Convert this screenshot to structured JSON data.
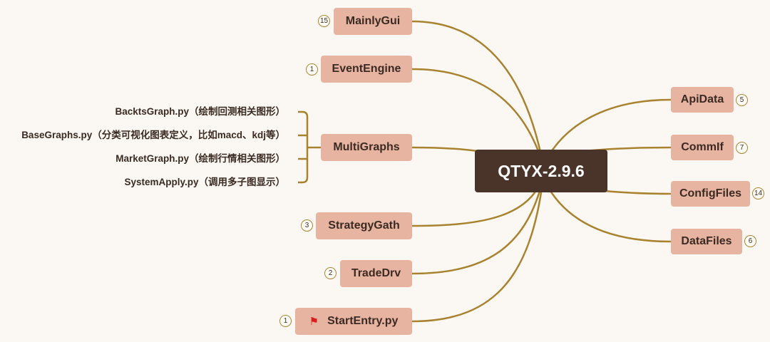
{
  "center": {
    "label": "QTYX-2.9.6"
  },
  "left_nodes": {
    "mainlygui": {
      "label": "MainlyGui",
      "count": "15"
    },
    "eventengine": {
      "label": "EventEngine",
      "count": "1"
    },
    "multigraphs": {
      "label": "MultiGraphs"
    },
    "strategygath": {
      "label": "StrategyGath",
      "count": "3"
    },
    "tradedrv": {
      "label": "TradeDrv",
      "count": "2"
    },
    "startentry": {
      "label": "StartEntry.py",
      "count": "1",
      "icon": "red-flag-icon"
    }
  },
  "right_nodes": {
    "apidata": {
      "label": "ApiData",
      "count": "5"
    },
    "commif": {
      "label": "CommIf",
      "count": "7"
    },
    "configfiles": {
      "label": "ConfigFiles",
      "count": "14"
    },
    "datafiles": {
      "label": "DataFiles",
      "count": "6"
    }
  },
  "multigraphs_children": [
    {
      "label": "BacktsGraph.py（绘制回测相关图形）"
    },
    {
      "label": "BaseGraphs.py（分类可视化图表定义，比如macd、kdj等）"
    },
    {
      "label": "MarketGraph.py（绘制行情相关图形）"
    },
    {
      "label": "SystemApply.py（调用多子图显示）"
    }
  ],
  "colors": {
    "background": "#fbf8f3",
    "center_fill": "#4a3328",
    "node_fill": "#e8b4a2",
    "connector": "#a8822e"
  }
}
